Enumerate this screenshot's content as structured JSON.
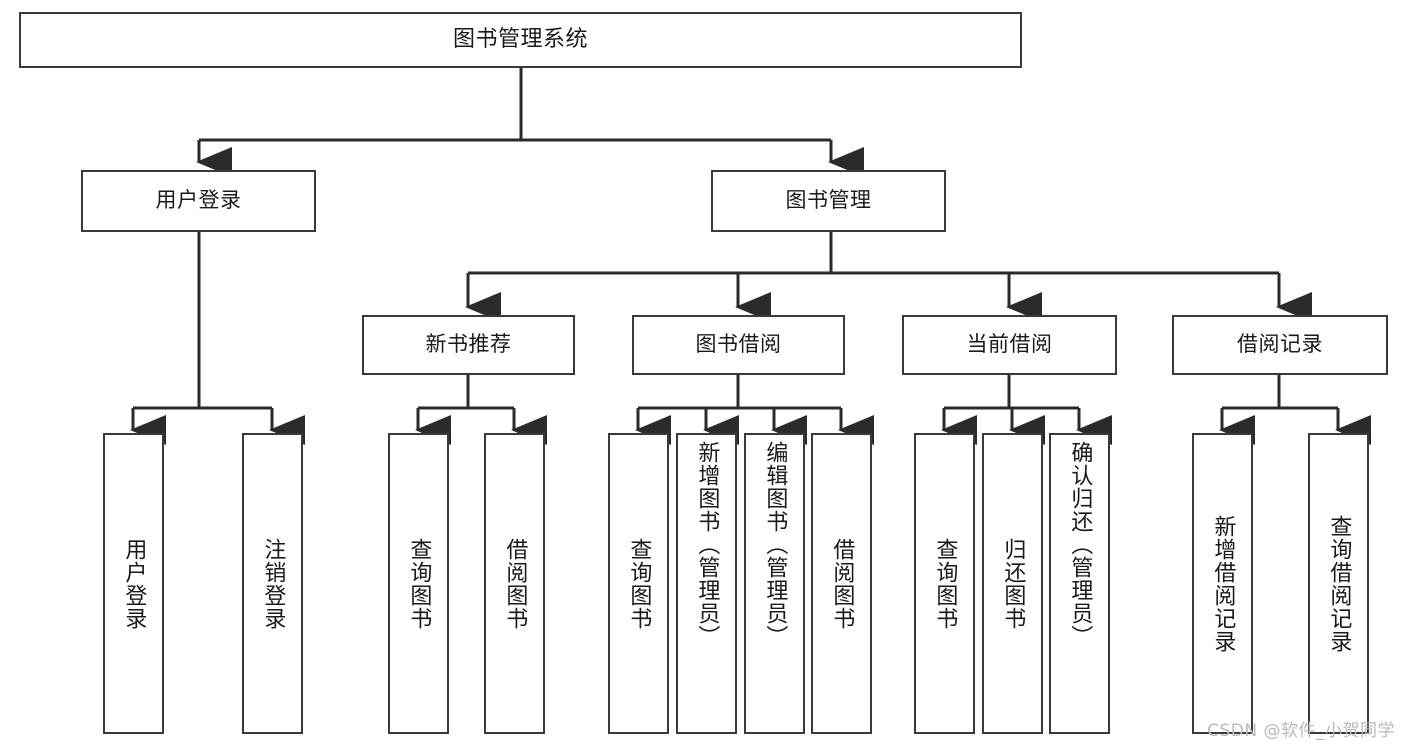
{
  "diagram": {
    "title": "图书管理系统",
    "watermark": "CSDN @软件_小贺同学",
    "colors": {
      "node_border": "#3a3a3a",
      "node_fill": "#ffffff",
      "edge": "#2b2b2b",
      "text": "#1a1a1a",
      "watermark": "#b9b9b9",
      "background": "#ffffff"
    },
    "nodes": {
      "root": {
        "label": "图书管理系统"
      },
      "level2": [
        {
          "id": "user-login",
          "label": "用户登录"
        },
        {
          "id": "book-management",
          "label": "图书管理"
        }
      ],
      "level3": [
        {
          "id": "new-book-recommend",
          "label": "新书推荐"
        },
        {
          "id": "book-borrow",
          "label": "图书借阅"
        },
        {
          "id": "current-borrow",
          "label": "当前借阅"
        },
        {
          "id": "borrow-record",
          "label": "借阅记录"
        }
      ],
      "leaves": {
        "user_login": [
          {
            "id": "leaf-user-login",
            "label": "用户登录"
          },
          {
            "id": "leaf-user-logout",
            "label": "注销登录"
          }
        ],
        "new_book_recommend": [
          {
            "id": "leaf-query-book-1",
            "label": "查询图书"
          },
          {
            "id": "leaf-borrow-book-1",
            "label": "借阅图书"
          }
        ],
        "book_borrow": [
          {
            "id": "leaf-query-book-2",
            "label": "查询图书"
          },
          {
            "id": "leaf-add-book",
            "label": "新增图书（管理员）"
          },
          {
            "id": "leaf-edit-book",
            "label": "编辑图书（管理员）"
          },
          {
            "id": "leaf-borrow-book-2",
            "label": "借阅图书"
          }
        ],
        "current_borrow": [
          {
            "id": "leaf-query-book-3",
            "label": "查询图书"
          },
          {
            "id": "leaf-return-book",
            "label": "归还图书"
          },
          {
            "id": "leaf-confirm-return",
            "label": "确认归还（管理员）"
          }
        ],
        "borrow_record": [
          {
            "id": "leaf-add-record",
            "label": "新增借阅记录"
          },
          {
            "id": "leaf-query-record",
            "label": "查询借阅记录"
          }
        ]
      }
    }
  }
}
